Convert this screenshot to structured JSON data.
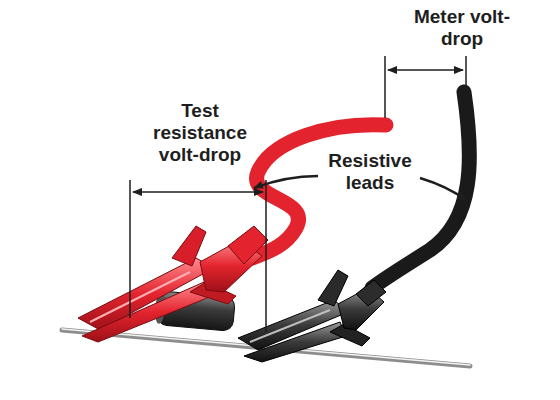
{
  "diagram": {
    "labels": [
      "Meter volt-drop",
      "Test resistance volt-drop",
      "Resistive leads"
    ]
  }
}
